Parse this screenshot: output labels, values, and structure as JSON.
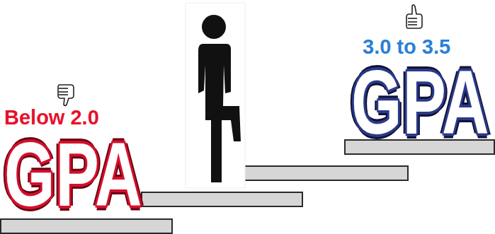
{
  "diagram": {
    "labels": [
      "Below 2.0",
      "GPA",
      "3.0 to 3.5",
      "GPA"
    ]
  }
}
